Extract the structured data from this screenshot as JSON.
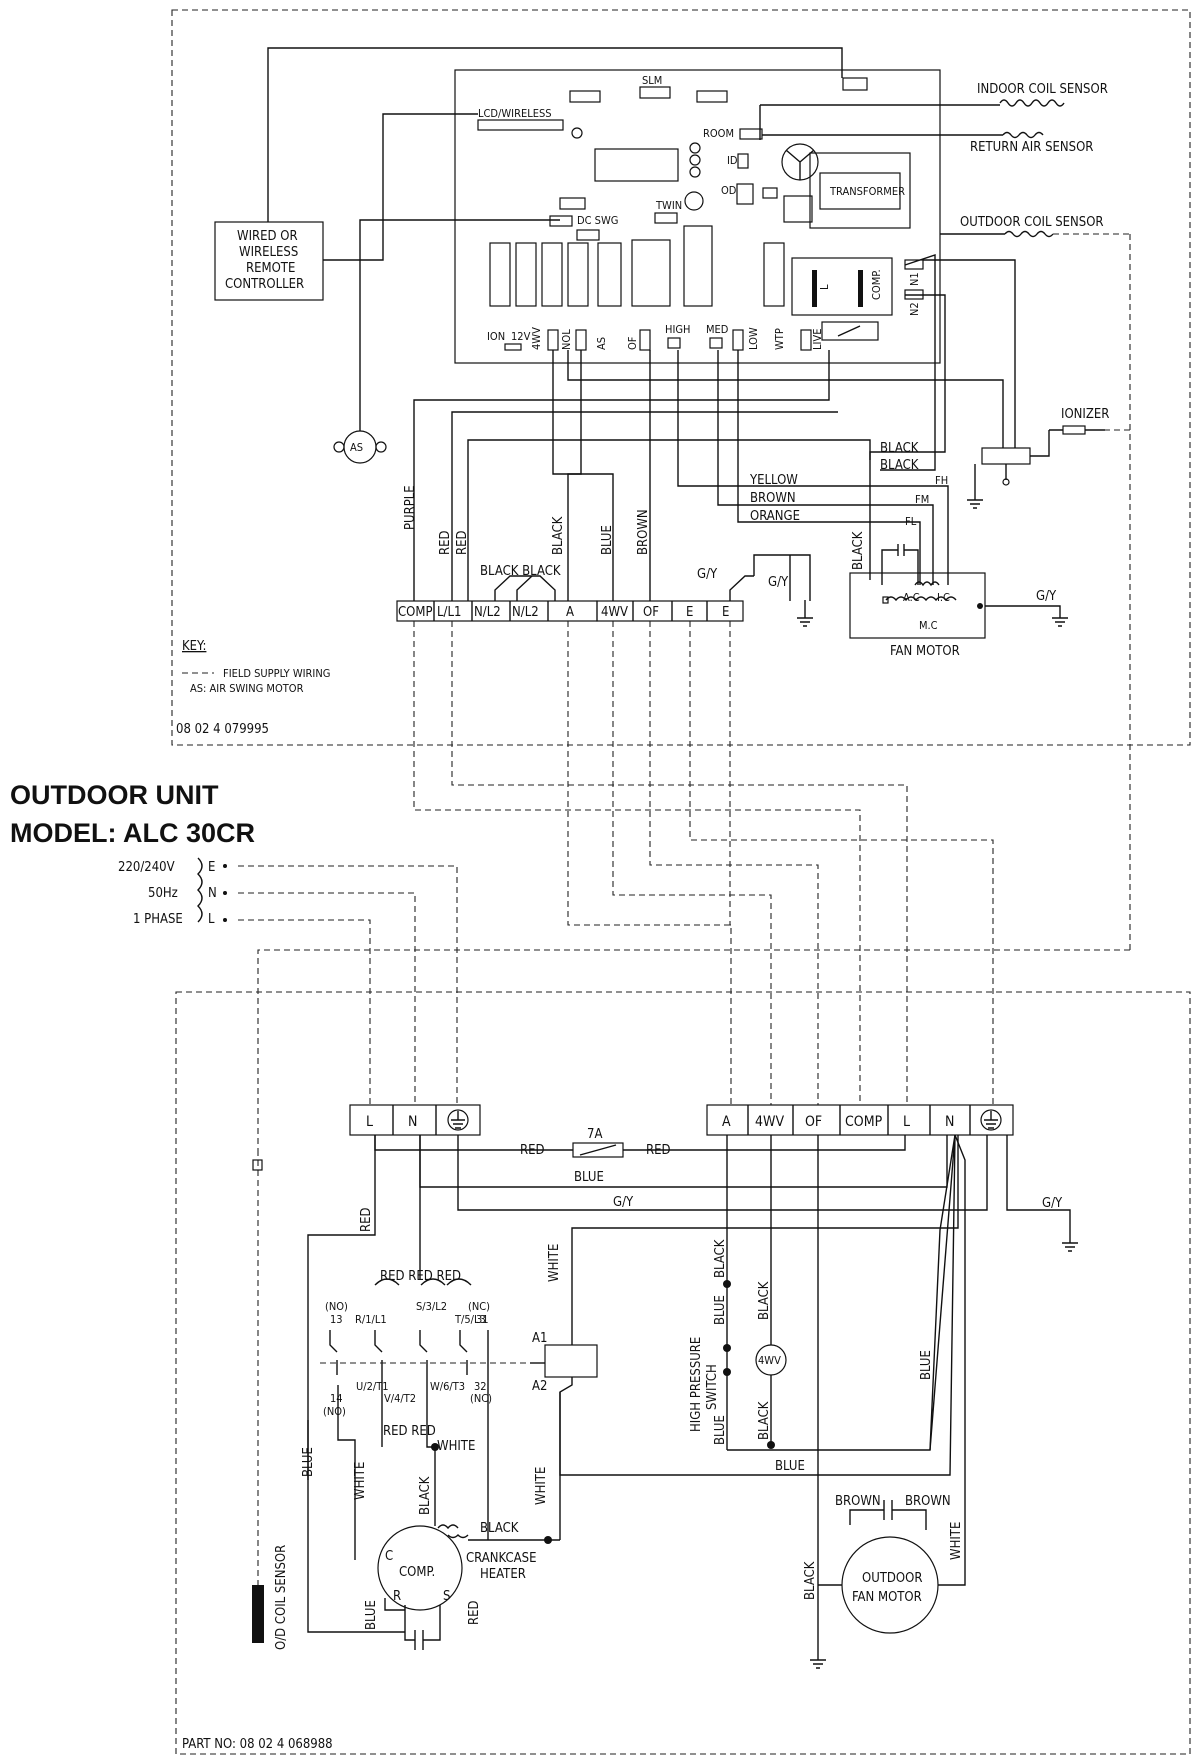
{
  "indoor": {
    "board": {
      "slm": "SLM",
      "lcd_wireless": "LCD/WIRELESS",
      "room": "ROOM",
      "id": "ID",
      "od": "OD",
      "transformer": "TRANSFORMER",
      "dc_swg": "DC SWG",
      "twin": "TWIN",
      "ion": "ION",
      "v12": "12V",
      "fourwv": "4WV",
      "nol": "NOL",
      "as": "AS",
      "of": "OF",
      "high": "HIGH",
      "med": "MED",
      "low": "LOW",
      "wtp": "WTP",
      "live": "LIVE",
      "l": "L",
      "comp": "COMP.",
      "n1": "N1",
      "n2": "N2"
    },
    "sensors": {
      "indoor_coil": "INDOOR COIL SENSOR",
      "return_air": "RETURN AIR SENSOR",
      "outdoor_coil": "OUTDOOR COIL SENSOR"
    },
    "controller": [
      "WIRED OR",
      "WIRELESS",
      "REMOTE",
      "CONTROLLER"
    ],
    "as_motor": "AS",
    "ionizer": "IONIZER",
    "wires": {
      "black1": "BLACK",
      "black2": "BLACK",
      "fh": "FH",
      "yellow": "YELLOW",
      "brown": "BROWN",
      "fm": "FM",
      "orange": "ORANGE",
      "fl": "FL",
      "purple": "PURPLE",
      "red1": "RED",
      "red2": "RED",
      "black3": "BLACK",
      "blue": "BLUE",
      "brown2": "BROWN",
      "black_black": "BLACK BLACK",
      "gy1": "G/Y",
      "gy2": "G/Y",
      "gy3": "G/Y",
      "black_motor": "BLACK"
    },
    "terminal_strip": [
      "COMP",
      "L/L1",
      "N/L2",
      "N/L2",
      "A",
      "4WV",
      "OF",
      "E",
      "E"
    ],
    "fan_motor": {
      "label": "FAN MOTOR",
      "ac": "A.C",
      "ic": "I.C",
      "mc": "M.C"
    },
    "key": {
      "title": "KEY:",
      "line1": "FIELD SUPPLY WIRING",
      "line2": "AS: AIR SWING MOTOR"
    },
    "part_no": "08 02 4 079995"
  },
  "outdoor": {
    "title_line1": "OUTDOOR UNIT",
    "title_line2": "MODEL: ALC 30CR",
    "supply": {
      "voltage": "220/240V",
      "freq": "50Hz",
      "phase": "1 PHASE",
      "e": "E",
      "n": "N",
      "l": "L"
    },
    "terminal_left": [
      "L",
      "N"
    ],
    "terminal_right": [
      "A",
      "4WV",
      "OF",
      "COMP",
      "L",
      "N"
    ],
    "fuse": "7A",
    "wires": {
      "red_a": "RED",
      "red_b": "RED",
      "blue_a": "BLUE",
      "gy_a": "G/Y",
      "gy_b": "G/Y",
      "red_v": "RED",
      "red3": "RED RED RED",
      "white_v": "WHITE",
      "white2": "WHITE",
      "black_high": "BLACK",
      "blue_high": "BLUE",
      "black_4wv": "BLACK",
      "black_low": "BLACK",
      "blue_low": "BLUE",
      "blue_bottom": "BLUE",
      "blue_right": "BLUE",
      "blue_left": "BLUE",
      "white3": "WHITE",
      "black_comp": "BLACK",
      "white4": "WHITE",
      "black_heat": "BLACK",
      "blue_cap": "BLUE",
      "red_cap": "RED",
      "red_red": "RED  RED",
      "brown1": "BROWN",
      "brown2": "BROWN",
      "white_fan": "WHITE",
      "black_fan": "BLACK"
    },
    "contactor": {
      "no_top": "(NO)",
      "n13": "13",
      "r1l1": "R/1/L1",
      "s3l2": "S/3/L2",
      "t5l3": "T/5/L3",
      "nc_top": "(NC)",
      "n31": "31",
      "u2t1": "U/2/T1",
      "w6t3": "W/6/T3",
      "n32": "32",
      "v4t2": "V/4/T2",
      "n14": "14",
      "no_bot": "(NO)",
      "nc_bot": "(NC)",
      "a1": "A1",
      "a2": "A2"
    },
    "hp_switch": [
      "HIGH PRESSURE",
      "SWITCH"
    ],
    "fourwv": "4WV",
    "comp": {
      "label": "COMP.",
      "c": "C",
      "r": "R",
      "s": "S"
    },
    "crankcase": [
      "CRANKCASE",
      "HEATER"
    ],
    "fan_motor": [
      "OUTDOOR",
      "FAN MOTOR"
    ],
    "od_sensor": "O/D COIL SENSOR",
    "part_no": "PART NO: 08 02 4   068988"
  }
}
